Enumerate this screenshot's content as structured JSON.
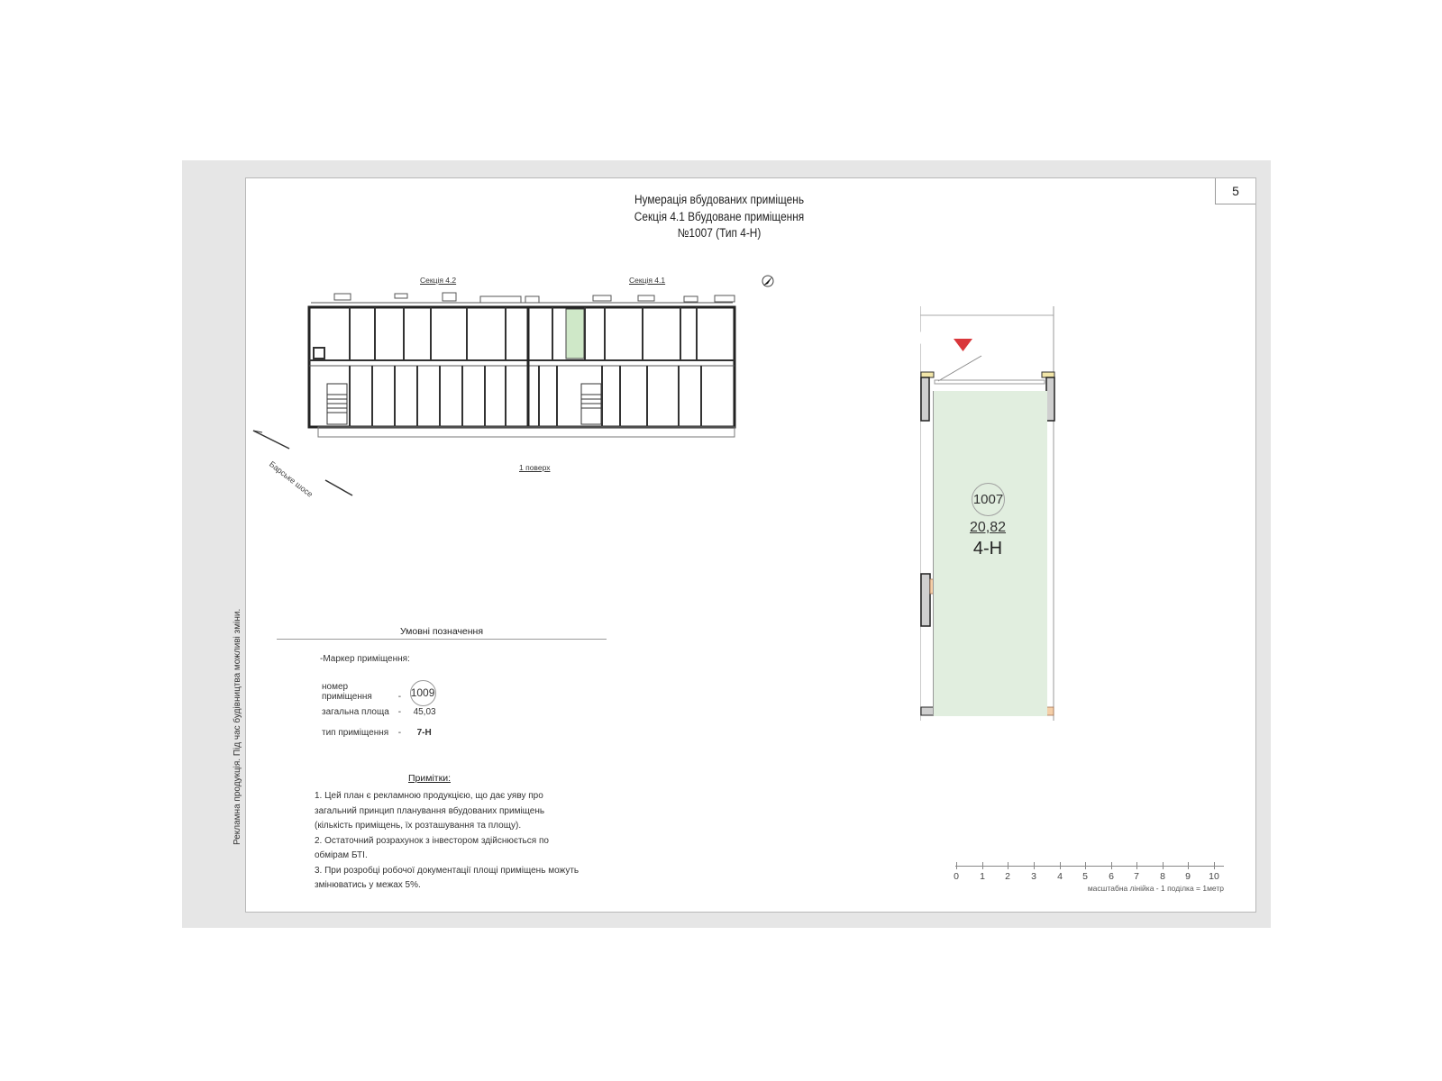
{
  "page": {
    "number": "5",
    "title_lines": [
      "Нумерація вбудованих приміщень",
      "Секція 4.1 Вбудоване приміщення",
      "№1007 (Тип 4-Н)"
    ],
    "side_note": "Рекламна продукція. Під час будівництва можливі зміни."
  },
  "floor_plan": {
    "section_labels": [
      "Секція 4.2",
      "Секція 4.1"
    ],
    "floor_label": "1 поверх",
    "street_label": "Барське шосе",
    "highlight_color": "#cfe8c8"
  },
  "legend": {
    "title": "Умовні позначення",
    "marker_heading": "-Маркер приміщення:",
    "rows": [
      {
        "label": "номер приміщення",
        "dash": "-",
        "value": "1009"
      },
      {
        "label": "загальна площа",
        "dash": "-",
        "value": "45,03"
      },
      {
        "label": "тип приміщення",
        "dash": "-",
        "value": "7-Н"
      }
    ]
  },
  "notes": {
    "title": "Примітки:",
    "items": [
      "1. Цей план є рекламною продукцією, що дає уяву про загальний принцип  планування вбудованих приміщень (кількість приміщень, їх розташування та площу).",
      "2. Остаточний розрахунок з інвестором здійснюється по обмірам БТІ.",
      "3. При розробці робочої документації площі приміщень можуть змінюватись у межах 5%."
    ]
  },
  "unit": {
    "number": "1007",
    "area": "20,82",
    "type": "4-Н",
    "fill_color": "#e1eedf",
    "entrance_marker_color": "#d9373b"
  },
  "scale_bar": {
    "ticks": [
      "0",
      "1",
      "2",
      "3",
      "4",
      "5",
      "6",
      "7",
      "8",
      "9",
      "10"
    ],
    "caption": "масштабна лінійка - 1 поділка = 1метр"
  }
}
